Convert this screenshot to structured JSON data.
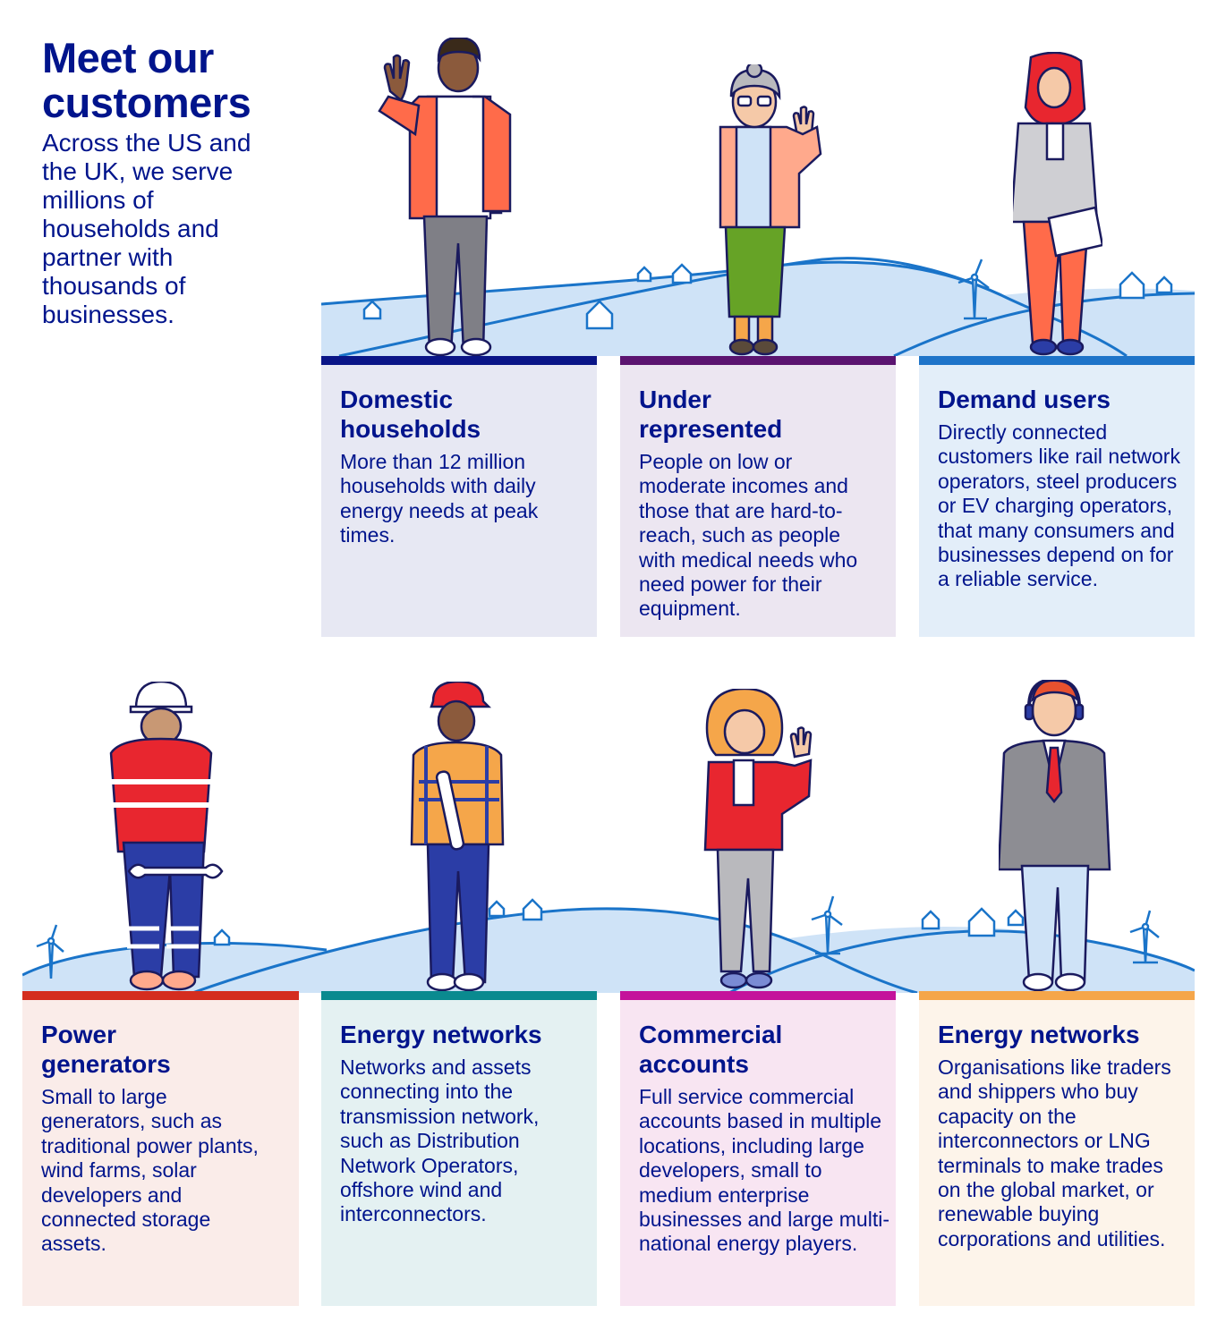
{
  "intro": {
    "title": "Meet our customers",
    "subtitle": "Across the US and the UK, we serve millions of households and partner with thousands of businesses."
  },
  "colors": {
    "text": "#00148c",
    "hill_fill": "#cfe3f7",
    "hill_line": "#1a74c9"
  },
  "cards": [
    {
      "title": "Domestic households",
      "text": "More than 12 million households with daily energy needs at peak times.",
      "accent": "#0a1587",
      "bg": "#e7e8f3",
      "figure": "man-waving"
    },
    {
      "title": "Under represented",
      "text": "People on low or moderate incomes and those that are hard-to-reach, such as people with medical needs who need power for their equipment.",
      "accent": "#5b1470",
      "bg": "#ece6f1",
      "figure": "older-woman-waving"
    },
    {
      "title": "Demand users",
      "text": "Directly connected customers like rail network operators, steel producers or EV charging operators, that many consumers and businesses depend on for a reliable service.",
      "accent": "#1e74c9",
      "bg": "#e3eef9",
      "figure": "woman-with-clipboard"
    },
    {
      "title": "Power generators",
      "text": "Small to large generators, such as traditional power plants, wind farms, solar developers and connected storage assets.",
      "accent": "#d42d1f",
      "bg": "#faece9",
      "figure": "engineer-with-wrench"
    },
    {
      "title": "Energy networks",
      "text": "Networks and assets connecting into the transmission network, such as Distribution Network Operators, offshore wind and interconnectors.",
      "accent": "#0a8a8f",
      "bg": "#e4f1f2",
      "figure": "worker-with-plans"
    },
    {
      "title": "Commercial accounts",
      "text": "Full service commercial accounts based in multiple locations, including large developers, small to medium enterprise businesses and large multi-national energy players.",
      "accent": "#c4139b",
      "bg": "#f8e5f2",
      "figure": "businesswoman-waving"
    },
    {
      "title": "Energy networks",
      "text": "Organisations like traders and shippers who buy capacity on the interconnectors or LNG terminals to make trades on the global market, or renewable buying corporations and utilities.",
      "accent": "#f5a64a",
      "bg": "#fdf4ea",
      "figure": "trader-with-headset"
    }
  ]
}
